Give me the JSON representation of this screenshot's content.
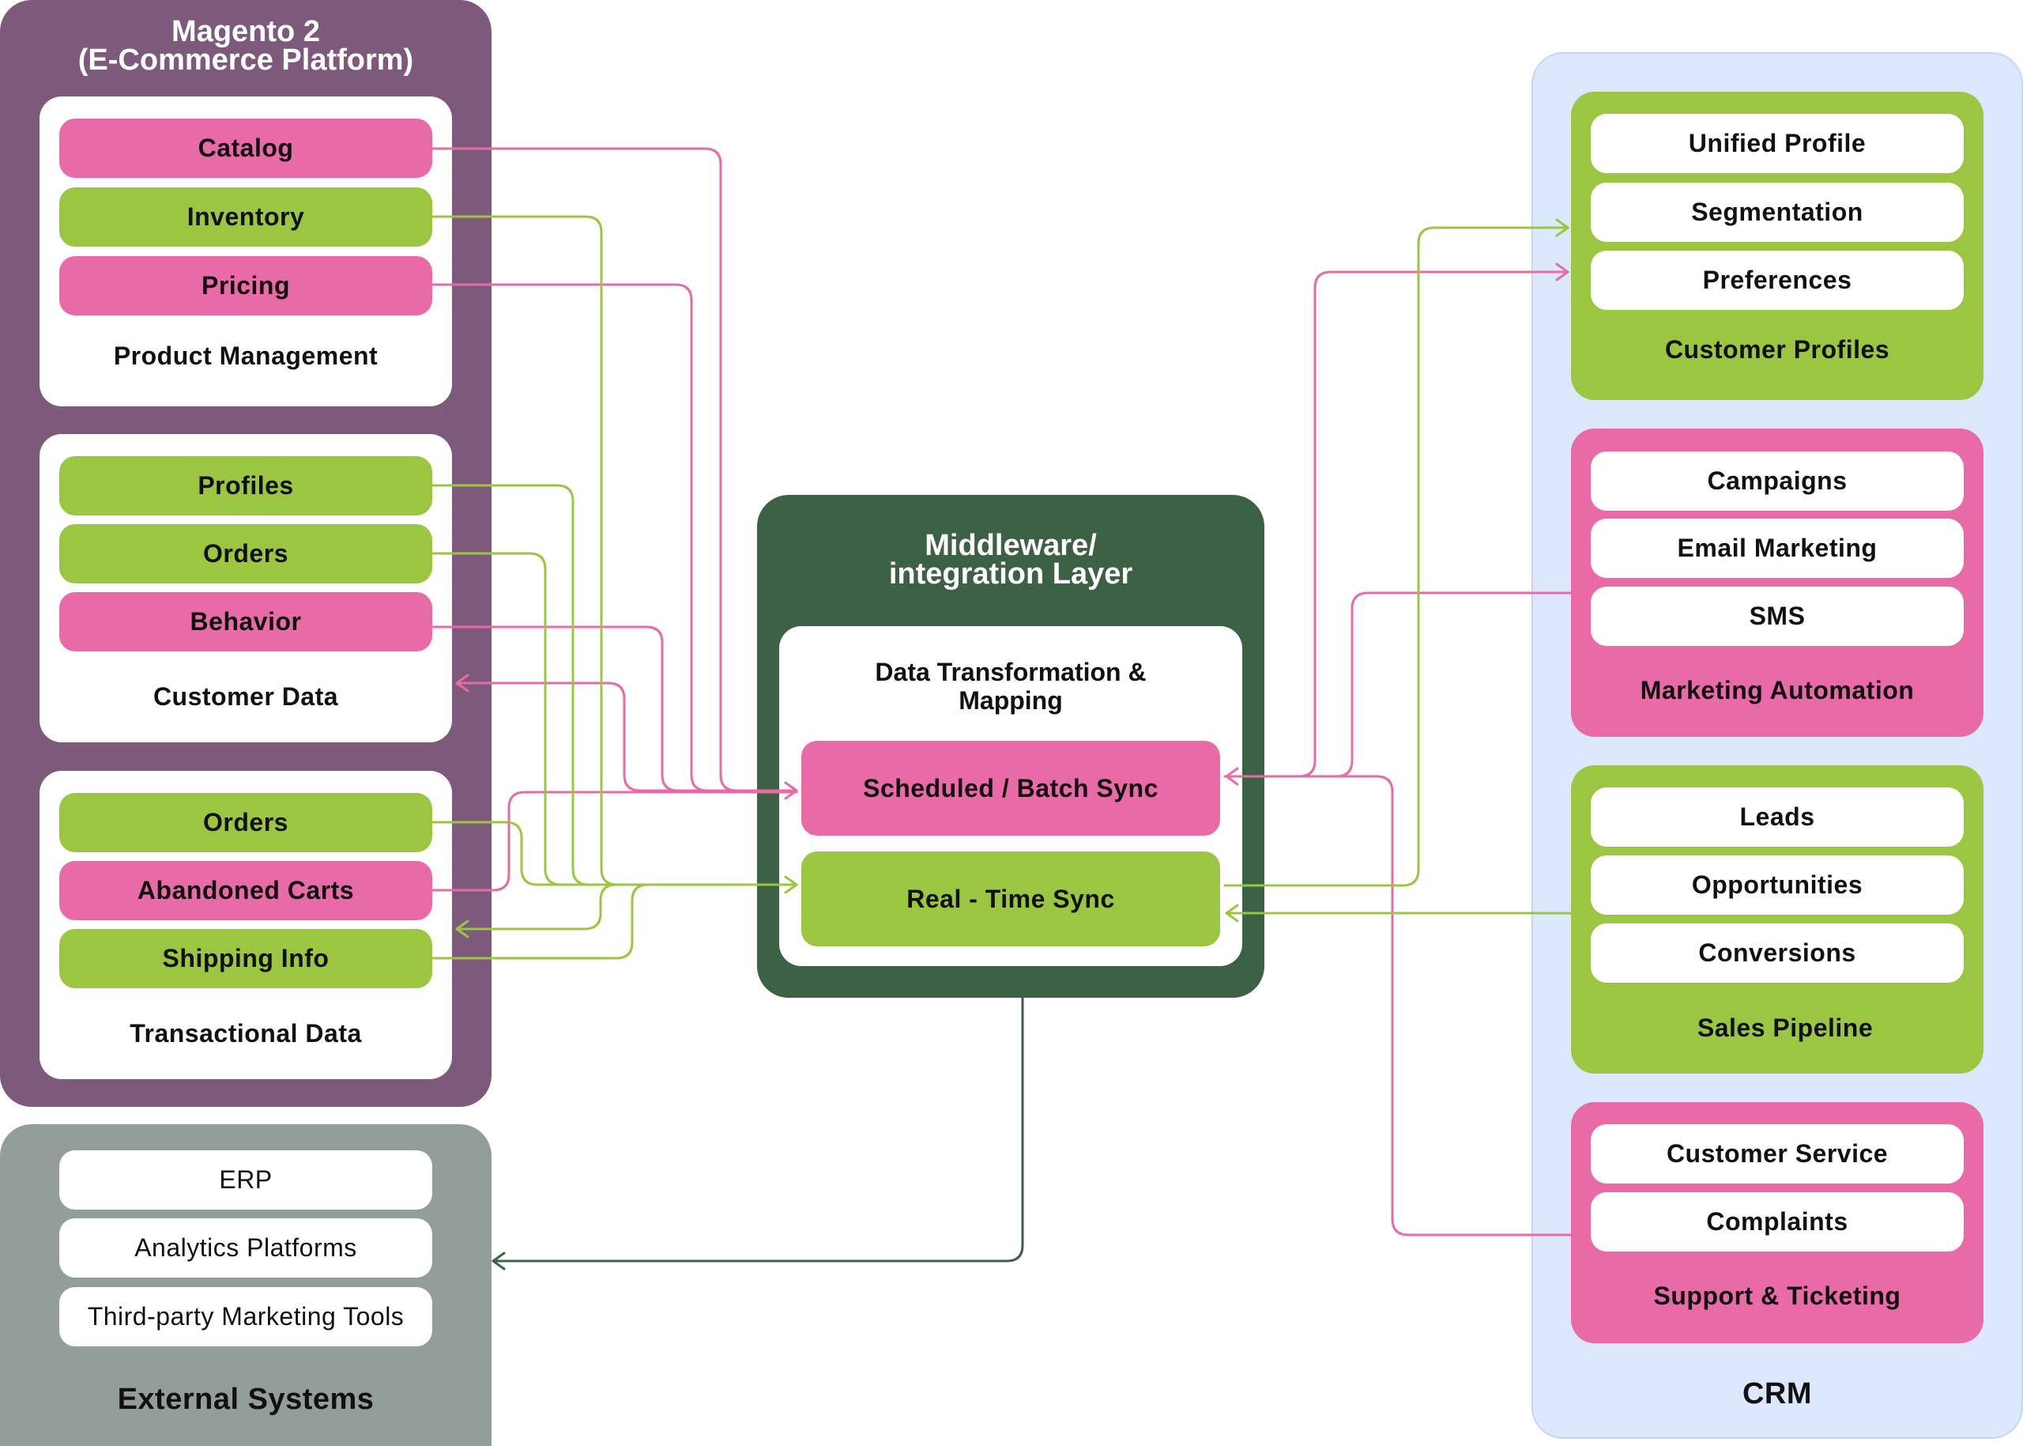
{
  "magento": {
    "title_line1": "Magento 2",
    "title_line2": "(E-Commerce Platform)",
    "product_management": {
      "label": "Product Management",
      "items": [
        "Catalog",
        "Inventory",
        "Pricing"
      ]
    },
    "customer_data": {
      "label": "Customer Data",
      "items": [
        "Profiles",
        "Orders",
        "Behavior"
      ]
    },
    "transactional_data": {
      "label": "Transactional Data",
      "items": [
        "Orders",
        "Abandoned Carts",
        "Shipping Info"
      ]
    }
  },
  "external": {
    "title": "External Systems",
    "items": [
      "ERP",
      "Analytics Platforms",
      "Third-party Marketing Tools"
    ]
  },
  "middleware": {
    "title_line1": "Middleware/",
    "title_line2": "integration Layer",
    "card_title_line1": "Data Transformation &",
    "card_title_line2": "Mapping",
    "batch": "Scheduled / Batch Sync",
    "realtime": "Real - Time Sync"
  },
  "crm": {
    "title": "CRM",
    "customer_profiles": {
      "label": "Customer Profiles",
      "items": [
        "Unified Profile",
        "Segmentation",
        "Preferences"
      ]
    },
    "marketing_automation": {
      "label": "Marketing Automation",
      "items": [
        "Campaigns",
        "Email Marketing",
        "SMS"
      ]
    },
    "sales_pipeline": {
      "label": "Sales Pipeline",
      "items": [
        "Leads",
        "Opportunities",
        "Conversions"
      ]
    },
    "support": {
      "label": "Support & Ticketing",
      "items": [
        "Customer Service",
        "Complaints"
      ]
    }
  },
  "colors": {
    "magento_panel": "#7d5a7c",
    "external_panel": "#929e97",
    "middleware_panel": "#3d6145",
    "crm_panel": "#dbe8fb",
    "pink": "#e86aa6",
    "green": "#9bc641",
    "dark_line": "#3d6145"
  }
}
